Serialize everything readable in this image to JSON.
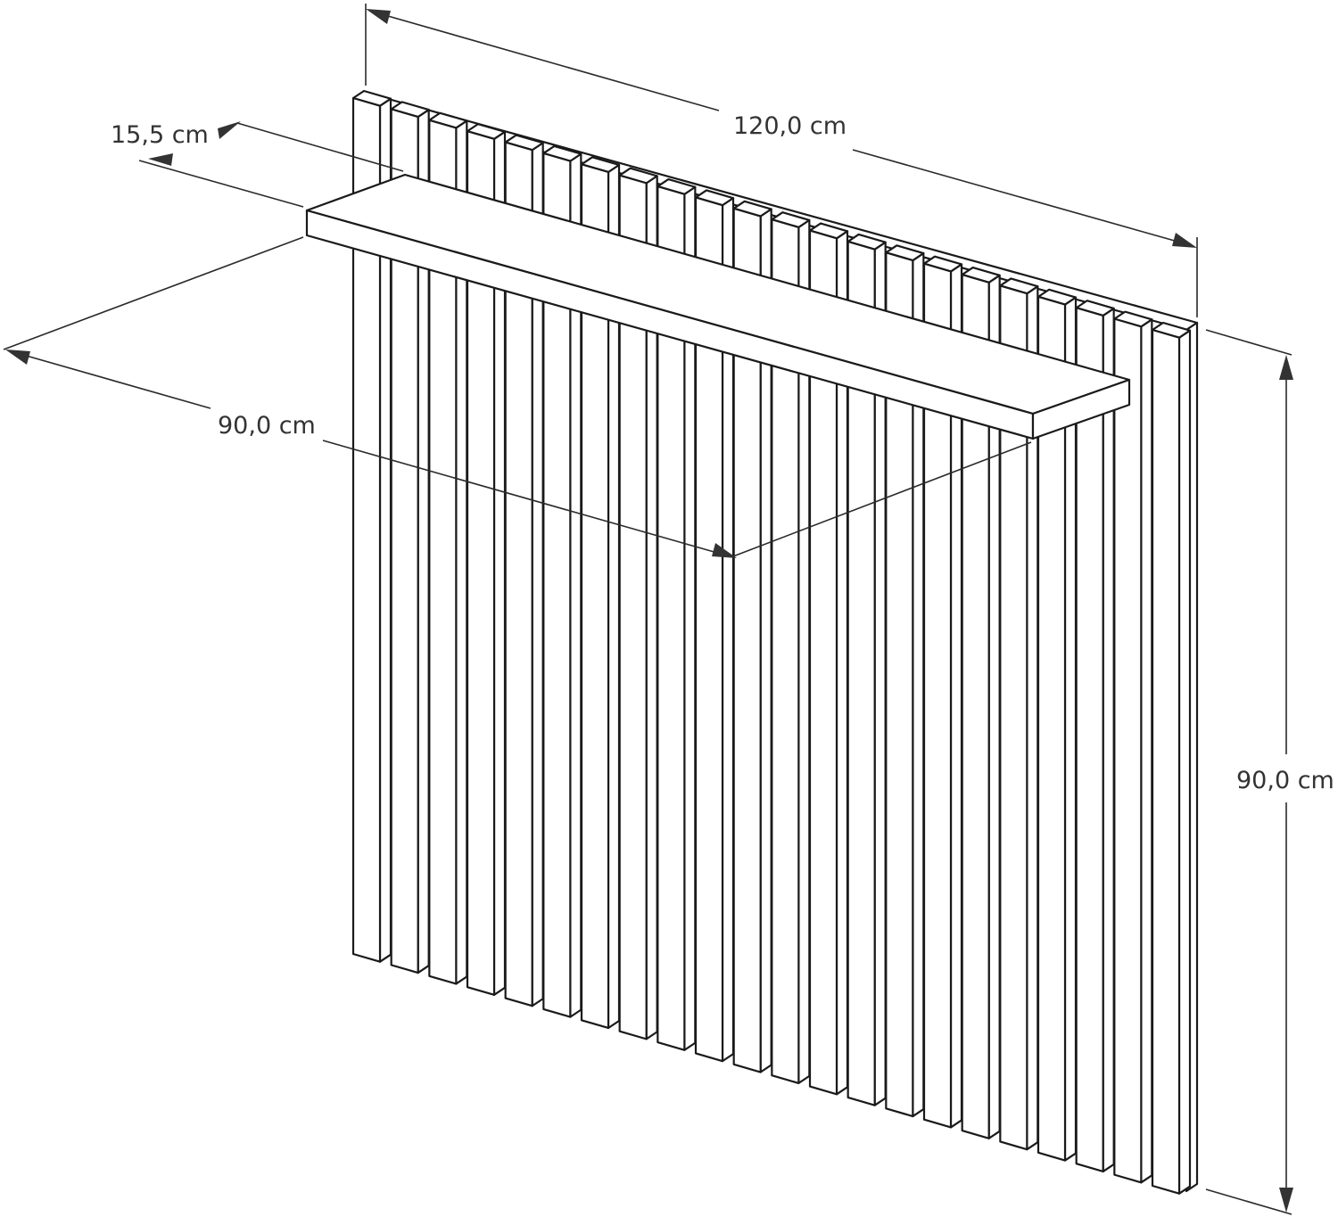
{
  "diagram": {
    "panel_slat_count": 22,
    "dimensions": {
      "width": "120,0 cm",
      "height": "90,0 cm",
      "shelf_length": "90,0 cm",
      "shelf_depth": "15,5 cm"
    }
  },
  "colors": {
    "line": "#1a1a1a",
    "dimension": "#333333",
    "background": "#ffffff"
  }
}
